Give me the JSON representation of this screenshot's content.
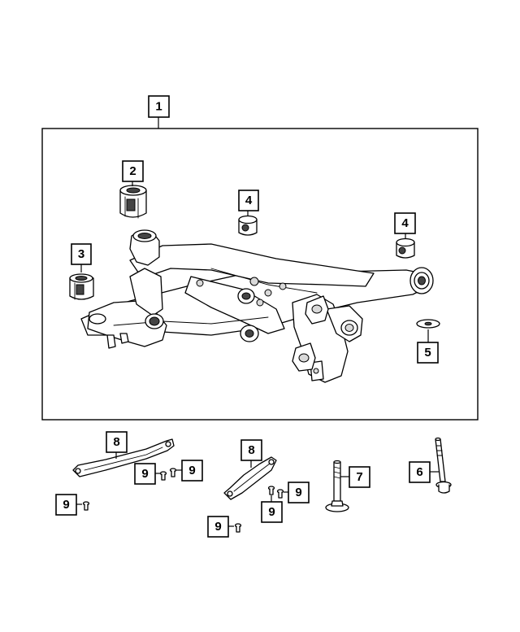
{
  "diagram": {
    "assembly_label": "1",
    "callouts": [
      {
        "id": "c2",
        "label": "2"
      },
      {
        "id": "c3",
        "label": "3"
      },
      {
        "id": "c4a",
        "label": "4"
      },
      {
        "id": "c4b",
        "label": "4"
      },
      {
        "id": "c5",
        "label": "5"
      },
      {
        "id": "c8a",
        "label": "8"
      },
      {
        "id": "c9a",
        "label": "9"
      },
      {
        "id": "c9b",
        "label": "9"
      },
      {
        "id": "c9c",
        "label": "9"
      },
      {
        "id": "c8b",
        "label": "8"
      },
      {
        "id": "c9d",
        "label": "9"
      },
      {
        "id": "c9e",
        "label": "9"
      },
      {
        "id": "c9f",
        "label": "9"
      },
      {
        "id": "c7",
        "label": "7"
      },
      {
        "id": "c6",
        "label": "6"
      }
    ]
  }
}
